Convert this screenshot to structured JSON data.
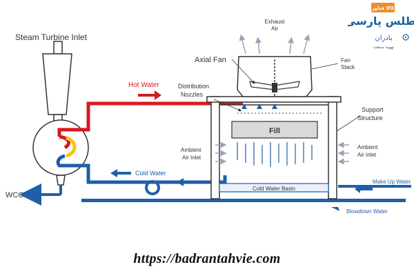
{
  "labels": {
    "steam_turbine_inlet": "Steam Turbine Inlet",
    "hot_water": "Hot Water",
    "axial_fan": "Axial Fan",
    "exhaust_air_1": "Exhaust",
    "exhaust_air_2": "Air",
    "fan_stack_1": "Fan",
    "fan_stack_2": "Stack",
    "distribution_nozzles_1": "Distribution",
    "distribution_nozzles_2": "Nozzles",
    "support_structure_1": "Support",
    "support_structure_2": "Structure",
    "fill": "Fill",
    "ambient_air_inlet_left_1": "Ambient",
    "ambient_air_inlet_left_2": "Air Inlet",
    "ambient_air_inlet_right_1": "Ambient",
    "ambient_air_inlet_right_2": "Air Inlet",
    "cold_water": "Cold Water",
    "cold_water_basin": "Cold Water Basin",
    "make_up_water": "Make Up Water",
    "blowdown_water": "Blowdown Water",
    "wcc": "WCC"
  },
  "logo": {
    "brand_top_badge": "کالا فناور",
    "brand_main": "اطلس پارسی",
    "brand_sub": "بادران",
    "brand_tagline": "تهویه صنعت"
  },
  "website": "https://badrantahvie.com",
  "colors": {
    "hot_pipe": "#d71920",
    "cold_pipe": "#1f5fa8",
    "ground": "#1f5fa8",
    "yellow_coil": "#f5c518",
    "fill_box": "#d9d9d9",
    "outline": "#333333",
    "arrow_air": "#8a93a6",
    "logo_orange": "#f28c28",
    "logo_blue": "#1f5fa8"
  }
}
